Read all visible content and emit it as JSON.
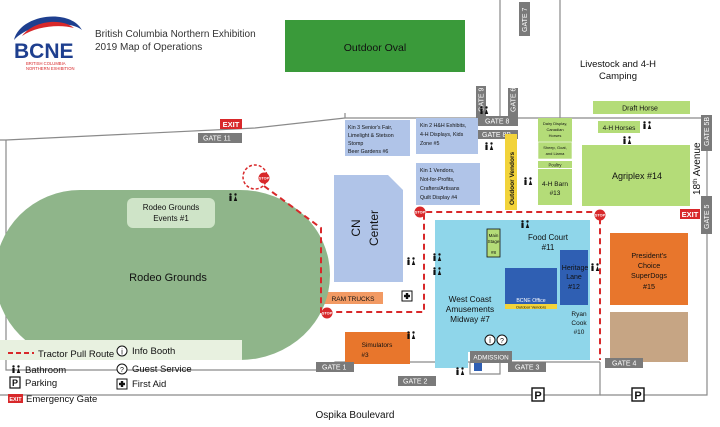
{
  "header": {
    "title_line1": "British Columbia Northern Exhibition",
    "title_line2": "2019 Map of Operations",
    "logo_text": "BCNE",
    "logo_subtext_line1": "BRITISH COLUMBIA",
    "logo_subtext_line2": "NORTHERN EXHIBITION"
  },
  "colors": {
    "oval_green": "#3a9a3a",
    "rodeo_green": "#8fb58a",
    "rodeo_light": "#cfe4c8",
    "building_blue": "#b0c4e8",
    "midway_cyan": "#8fd6ea",
    "light_green": "#b4dc78",
    "orange": "#e8762c",
    "tan": "#c6a584",
    "gate_gray": "#7a7a7a",
    "route_red": "#d8282a",
    "exit_red": "#d8282a",
    "yellow": "#f2d33a",
    "dark_blue": "#2f5fb3",
    "ram_orange": "#f29a63",
    "legend_bg": "#e8f1e0"
  },
  "areas": {
    "outdoor_oval": "Outdoor Oval",
    "livestock_line1": "Livestock and 4-H",
    "livestock_line2": "Camping",
    "draft_horse": "Draft Horse",
    "h4_horses": "4-H  Horses",
    "agriplex": "Agriplex #14",
    "h4_barn_line1": "4-H Barn",
    "h4_barn_line2": "#13",
    "dairy_line1": "Dairy Display,",
    "dairy_line2": "Canadian",
    "dairy_line3": "Horses",
    "sheep_line1": "Sheep, Goat,",
    "sheep_line2": "and Llama",
    "poultry": "Poultry",
    "outdoor_vendors_vertical": "Outdoor Vendors",
    "kin3_line1": "Kin 3 Senior's Fair,",
    "kin3_line2": "Limelight & Stetson",
    "kin3_line3": "Stomp",
    "kin3_line4": "Beer Gardens #6",
    "kin2_line1": "Kin 2 H&H Exhibits,",
    "kin2_line2": "4-H Displays, Kids",
    "kin2_line3": "Zone #5",
    "kin1_line1": "Kin 1 Vendors,",
    "kin1_line2": "Not-for-Profits,",
    "kin1_line3": "Crafters/Artisans",
    "kin1_line4": "Quilt Display #4",
    "cn_line1": "CN",
    "cn_line2": "Center",
    "ram_trucks": "RAM TRUCKS",
    "rodeo_events_line1": "Rodeo Grounds",
    "rodeo_events_line2": "Events #1",
    "rodeo_grounds": "Rodeo Grounds",
    "food_court_line1": "Food Court",
    "food_court_line2": "#11",
    "main_stage_line1": "Main",
    "main_stage_line2": "Stage",
    "main_stage_line3": "#8",
    "heritage_line1": "Heritage",
    "heritage_line2": "Lane",
    "heritage_line3": "#12",
    "bcne_office": "BCNE Office",
    "outdoor_vendors_small": "Outdoor Vendors",
    "ryan_line1": "Ryan",
    "ryan_line2": "Cook",
    "ryan_line3": "#10",
    "midway_line1": "West Coast",
    "midway_line2": "Amusements",
    "midway_line3": "Midway #7",
    "presidents_line1": "President's",
    "presidents_line2": "Choice",
    "presidents_line3": "SuperDogs",
    "presidents_line4": "#15",
    "simulators_line1": "Simulators",
    "simulators_line2": "#3",
    "admission": "ADMISSION"
  },
  "gates": {
    "gate1": "GATE 1",
    "gate2": "GATE 2",
    "gate3": "GATE 3",
    "gate4": "GATE 4",
    "gate5": "GATE 5",
    "gate5b": "GATE 5B",
    "gate6": "GATE 6",
    "gate7": "GATE 7",
    "gate8": "GATE 8",
    "gate8b": "GATE 8B",
    "gate9": "GATE 9",
    "gate11": "GATE 11"
  },
  "signs": {
    "exit": "EXIT",
    "stop": "STOP",
    "parking": "P"
  },
  "roads": {
    "avenue_prefix": "18",
    "avenue_sup": "th",
    "avenue_suffix": " Avenue",
    "boulevard": "Ospika Boulevard"
  },
  "legend": {
    "bathroom": "Bathroom",
    "parking": "Parking",
    "emergency_gate": "Emergency Gate",
    "tractor_route": "Tractor Pull Route",
    "info_booth": "Info Booth",
    "guest_service": "Guest Service",
    "first_aid": "First Aid",
    "info_glyph": "i",
    "guest_glyph": "?",
    "exit_glyph": "EXIT"
  }
}
